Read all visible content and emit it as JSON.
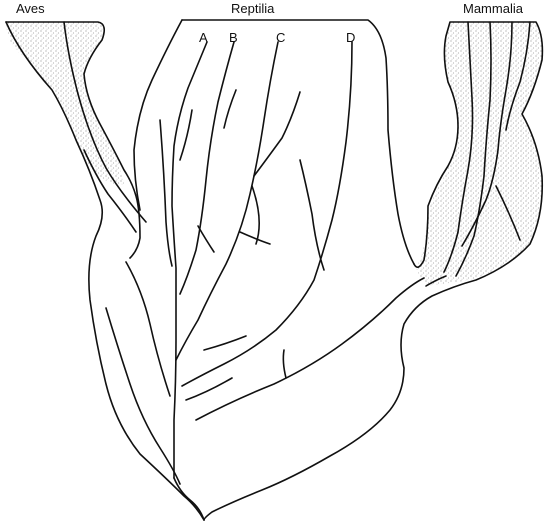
{
  "labels": {
    "aves": "Aves",
    "reptilia": "Reptilia",
    "mammalia": "Mammalia",
    "a": "A",
    "b": "B",
    "c": "C",
    "d": "D"
  },
  "colors": {
    "ink": "#111111",
    "stipple": "#9a9a9a",
    "background": "#ffffff"
  }
}
